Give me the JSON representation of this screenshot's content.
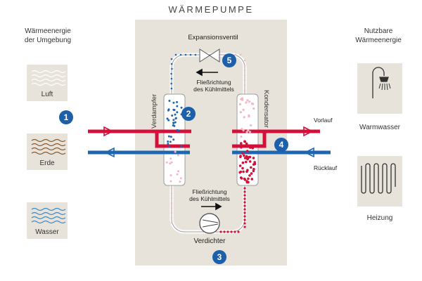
{
  "title": "WÄRMEPUMPE",
  "left_heading": [
    "Wärmeenergie",
    "der Umgebung"
  ],
  "right_heading": [
    "Nutzbare",
    "Wärmeenergie"
  ],
  "sources": [
    "Luft",
    "Erde",
    "Wasser"
  ],
  "outputs": [
    "Warmwasser",
    "Heizung"
  ],
  "expansion_valve": "Expansionsventil",
  "flow_top": [
    "Fließrichtung",
    "des Kühlmittels"
  ],
  "flow_bottom": [
    "Fließrichtung",
    "des Kühlmittels"
  ],
  "evaporator": "Verdampfer",
  "condenser": "Kondensator",
  "compressor": "Verdichter",
  "supply": "Vorlauf",
  "return": "Rücklauf",
  "badges": [
    "1",
    "2",
    "3",
    "4",
    "5"
  ],
  "colors": {
    "hot": "#d4103a",
    "cold": "#1e67b0",
    "badge": "#1d5fa8",
    "panel": "#e7e3da",
    "air": "#ffffff",
    "earth": "#8a5a2e",
    "water": "#3b8bc8"
  }
}
